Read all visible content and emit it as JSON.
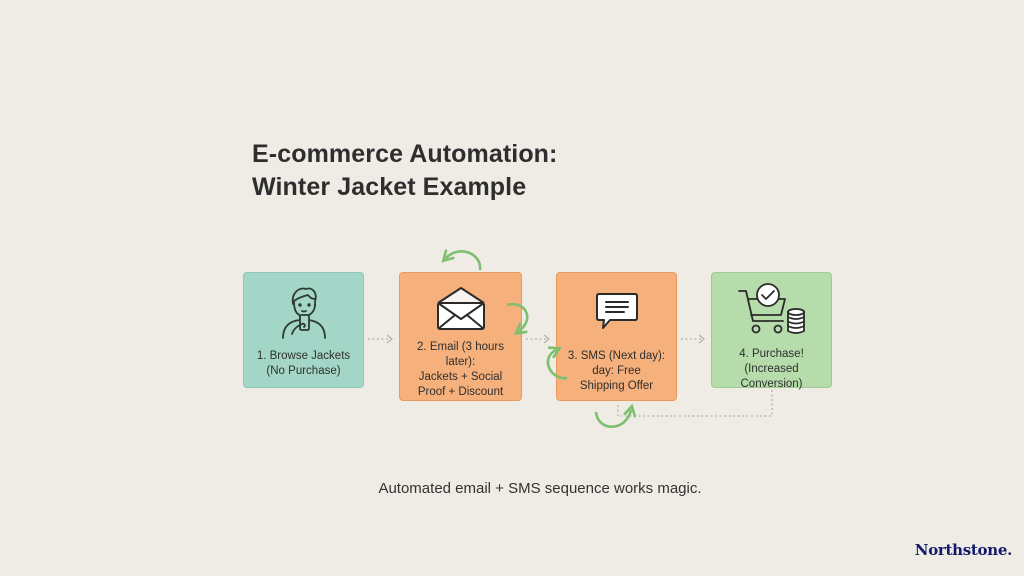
{
  "title": {
    "line1": "E-commerce Automation:",
    "line2": "Winter Jacket Example"
  },
  "steps": [
    {
      "id": 1,
      "icon": "person-with-phone-icon",
      "line1": "1. Browse Jackets",
      "line2": "(No Purchase)",
      "line3": "",
      "color": "#a3d6c7"
    },
    {
      "id": 2,
      "icon": "envelope-icon",
      "line1": "2. Email (3 hours later):",
      "line2": "Jackets + Social",
      "line3": "Proof + Discount",
      "color": "#f5b07c"
    },
    {
      "id": 3,
      "icon": "chat-bubble-icon",
      "line1": "3. SMS (Next day):",
      "line2": "day: Free",
      "line3": "Shipping Offer",
      "color": "#f5b07c"
    },
    {
      "id": 4,
      "icon": "cart-check-coins-icon",
      "line1": "4. Purchase!",
      "line2": "(Increased Conversion)",
      "line3": "",
      "color": "#b6dcab"
    }
  ],
  "connectors": {
    "arrow_color": "#b8b4ad",
    "loop_arrow_color": "#7dbf6e"
  },
  "caption": "Automated email + SMS sequence works magic.",
  "brand": "Northstone."
}
